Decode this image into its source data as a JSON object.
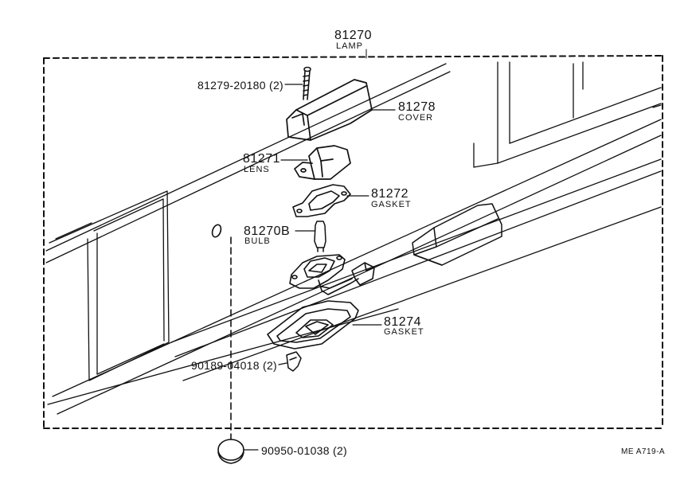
{
  "assembly": {
    "part_no": "81270",
    "name": "LAMP"
  },
  "parts": {
    "screw": {
      "part_no": "81279-20180 (2)"
    },
    "cover": {
      "part_no": "81278",
      "name": "COVER"
    },
    "lens": {
      "part_no": "81271",
      "name": "LENS"
    },
    "gasket_upper": {
      "part_no": "81272",
      "name": "GASKET"
    },
    "bulb": {
      "part_no": "81270B",
      "name": "BULB"
    },
    "gasket_lower": {
      "part_no": "81274",
      "name": "GASKET"
    },
    "clip": {
      "part_no": "90189-04018 (2)"
    },
    "plug": {
      "part_no": "90950-01038 (2)"
    }
  },
  "drawing_code": "ME  A719-A",
  "colors": {
    "line": "#111111",
    "background": "#ffffff"
  }
}
